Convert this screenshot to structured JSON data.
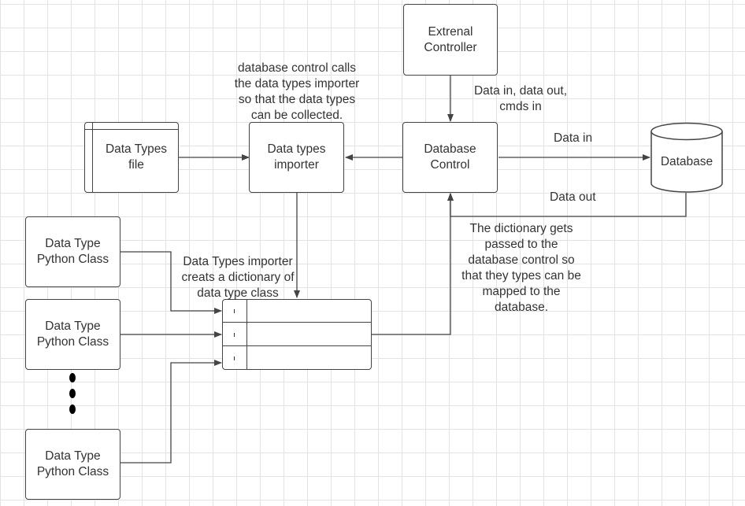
{
  "nodes": {
    "external_controller": [
      "Extrenal",
      "Controller"
    ],
    "data_types_file": [
      "Data Types",
      "file"
    ],
    "data_types_importer": [
      "Data types",
      "importer"
    ],
    "database_control": [
      "Database",
      "Control"
    ],
    "database": "Database",
    "python_class_1": [
      "Data Type",
      "Python Class"
    ],
    "python_class_2": [
      "Data Type",
      "Python Class"
    ],
    "python_class_3": [
      "Data Type",
      "Python Class"
    ]
  },
  "notes": {
    "importer_note": [
      "database control calls",
      "the data types importer",
      "so that the data types",
      "can be collected."
    ],
    "dictionary_note": [
      "Data Types importer",
      "creats a dictionary of",
      "data type class"
    ],
    "passed_note": [
      "The dictionary gets",
      "passed to the",
      "database control so",
      "that they types can be",
      "mapped to the",
      "database."
    ]
  },
  "edge_labels": {
    "controller_io": [
      "Data in,  data out,",
      "cmds in"
    ],
    "data_in": "Data in",
    "data_out": "Data out"
  },
  "colors": {
    "stroke": "#444444",
    "text": "#333333",
    "grid": "#e3e3e3"
  }
}
